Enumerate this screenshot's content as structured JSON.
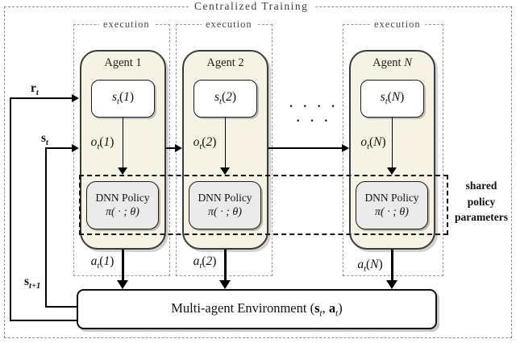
{
  "title": "Centralized Training",
  "execution_label": "execution",
  "agents": [
    {
      "name_prefix": "Agent",
      "name_var": "1",
      "state": {
        "base": "s",
        "sub": "t",
        "open": "(",
        "var": "1",
        "close": ")"
      },
      "obs": {
        "base": "o",
        "sub": "t",
        "open": "(",
        "var": "1",
        "close": ")"
      },
      "action": {
        "base": "a",
        "sub": "t",
        "open": "(",
        "var": "1",
        "close": ")"
      },
      "dnn": {
        "line1": "DNN Policy",
        "line2": "π( · ; θ)"
      }
    },
    {
      "name_prefix": "Agent",
      "name_var": "2",
      "state": {
        "base": "s",
        "sub": "t",
        "open": "(",
        "var": "2",
        "close": ")"
      },
      "obs": {
        "base": "o",
        "sub": "t",
        "open": "(",
        "var": "2",
        "close": ")"
      },
      "action": {
        "base": "a",
        "sub": "t",
        "open": "(",
        "var": "2",
        "close": ")"
      },
      "dnn": {
        "line1": "DNN Policy",
        "line2": "π( · ; θ)"
      }
    },
    {
      "name_prefix": "Agent",
      "name_var": "N",
      "state": {
        "base": "s",
        "sub": "t",
        "open": "(",
        "var": "N",
        "close": ")"
      },
      "obs": {
        "base": "o",
        "sub": "t",
        "open": "(",
        "var": "N",
        "close": ")"
      },
      "action": {
        "base": "a",
        "sub": "t",
        "open": "(",
        "var": "N",
        "close": ")"
      },
      "dnn": {
        "line1": "DNN Policy",
        "line2": "π( · ; θ)"
      }
    }
  ],
  "ellipsis": "· · · · · · ·",
  "signals": {
    "reward": {
      "base": "r",
      "sub": "t"
    },
    "state": {
      "base": "s",
      "sub": "t"
    },
    "next_state": {
      "base": "s",
      "sub": "t+1"
    }
  },
  "shared_note": {
    "line1": "shared",
    "line2": "policy",
    "line3": "parameters"
  },
  "environment": {
    "prefix": "Multi-agent Environment (",
    "s_base": "s",
    "s_sub": "t",
    "separator": ", ",
    "a_base": "a",
    "a_sub": "t",
    "suffix": ")"
  },
  "colors": {
    "agent_fill": "#f6f2e4",
    "dnn_fill": "#ebebeb",
    "box_border": "#3a3a3a",
    "dash_gray": "#9a9a9a",
    "dash_dark": "#161616"
  }
}
